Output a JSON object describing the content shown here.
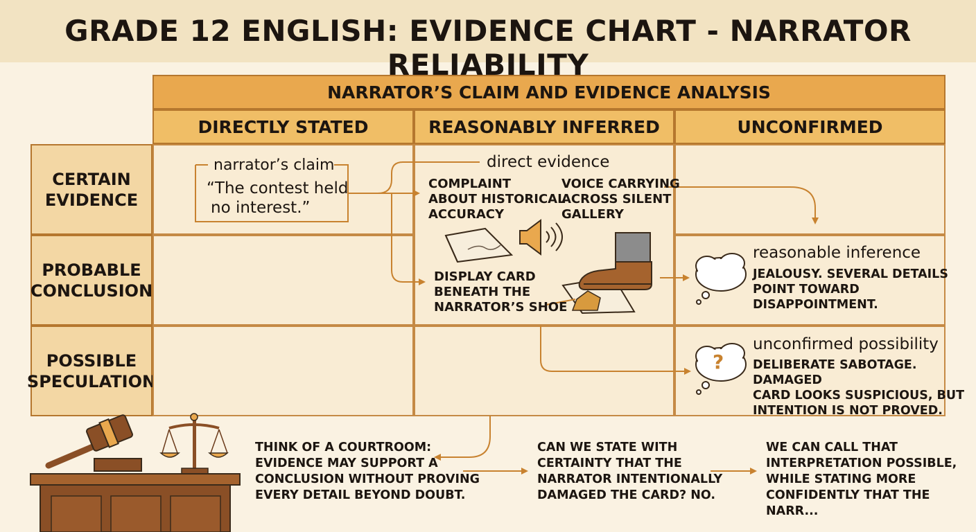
{
  "title": "GRADE 12 ENGLISH: EVIDENCE CHART - NARRATOR RELIABILITY",
  "table": {
    "header": "NARRATOR’S CLAIM AND EVIDENCE ANALYSIS",
    "columns": [
      "DIRECTLY STATED",
      "REASONABLY INFERRED",
      "UNCONFIRMED"
    ],
    "rows": [
      [
        "CERTAIN",
        "EVIDENCE"
      ],
      [
        "PROBABLE",
        "CONCLUSION"
      ],
      [
        "POSSIBLE",
        "SPECULATION"
      ]
    ]
  },
  "claim": {
    "label": "narrator’s claim",
    "quote_line1": "“The contest held",
    "quote_line2": "no interest.”"
  },
  "direct_evidence": {
    "label": "direct evidence",
    "item1": [
      "COMPLAINT",
      "ABOUT HISTORICAL",
      "ACCURACY"
    ],
    "item2": [
      "VOICE CARRYING",
      "ACROSS SILENT",
      "GALLERY"
    ],
    "item3": [
      "DISPLAY CARD",
      "BENEATH THE",
      "NARRATOR’S SHOE"
    ]
  },
  "inference": {
    "label": "reasonable inference",
    "lines": [
      "JEALOUSY. SEVERAL DETAILS",
      "POINT TOWARD",
      "DISAPPOINTMENT."
    ]
  },
  "possibility": {
    "label": "unconfirmed possibility",
    "lines": [
      "DELIBERATE SABOTAGE. DAMAGED",
      "CARD LOOKS SUSPICIOUS, BUT",
      "INTENTION IS NOT PROVED."
    ]
  },
  "bottom": {
    "note1": [
      "THINK OF A COURTROOM:",
      "EVIDENCE MAY SUPPORT A",
      "CONCLUSION WITHOUT PROVING",
      "EVERY DETAIL BEYOND DOUBT."
    ],
    "note2": [
      "CAN WE STATE WITH",
      "CERTAINTY THAT THE",
      "NARRATOR INTENTIONALLY",
      "DAMAGED THE CARD? NO."
    ],
    "note3": [
      "WE CAN CALL THAT",
      "INTERPRETATION POSSIBLE,",
      "WHILE STATING MORE",
      "CONFIDENTLY THAT THE NARR..."
    ]
  },
  "icons": {
    "thought_question_mark": "?"
  },
  "colors": {
    "header_orange": "#e9a84e",
    "column_header": "#f0be66",
    "row_header": "#f3d7a4",
    "cell": "#f9ecd4",
    "arrow": "#c8822f",
    "border": "#b5772e"
  }
}
